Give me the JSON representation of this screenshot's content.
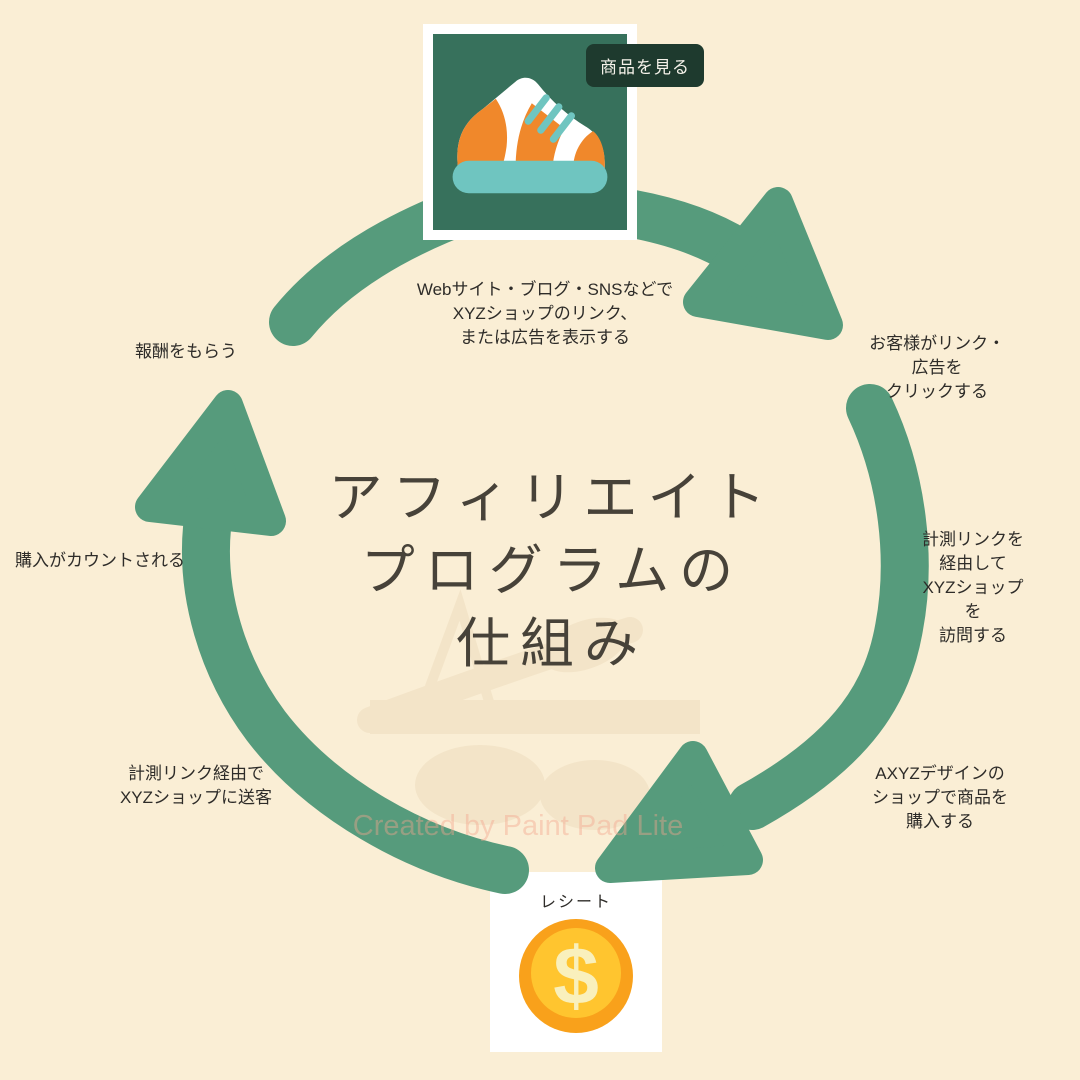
{
  "canvas": {
    "background": "#FAEED5"
  },
  "title": {
    "text": "アフィリエイト\nプログラムの\n仕組み"
  },
  "product_card": {
    "badge_label": "商品を見る",
    "icon": "sneaker-icon"
  },
  "receipt_card": {
    "label": "レシート",
    "icon": "dollar-coin-icon"
  },
  "steps": [
    {
      "position": "top",
      "text": "Webサイト・ブログ・SNSなどで\nXYZショップのリンク、\nまたは広告を表示する"
    },
    {
      "position": "top-right",
      "text": "お客様がリンク・広告を\nクリックする"
    },
    {
      "position": "right",
      "text": "計測リンクを経由して\nXYZショップを\n訪問する"
    },
    {
      "position": "bottom-right",
      "text": "AXYZデザインの\nショップで商品を購入する"
    },
    {
      "position": "bottom-left",
      "text": "計測リンク経由で\nXYZショップに送客"
    },
    {
      "position": "left",
      "text": "購入がカウントされる"
    },
    {
      "position": "top-left",
      "text": "報酬をもらう"
    }
  ],
  "watermark": {
    "text": "Created by Paint Pad Lite"
  },
  "colors": {
    "background": "#FAEED5",
    "arrow_green": "#569B7C",
    "card_green": "#37715C",
    "badge_dark": "#1E3A2E",
    "sneaker_orange": "#F0882B",
    "sneaker_teal": "#6FC5C0",
    "coin_orange": "#F9A11B",
    "coin_gold": "#FFC52F",
    "coin_symbol": "#F9F0BC",
    "title_text": "#474239",
    "label_text": "#2E2C29",
    "watermark_pink": "#F4A58C"
  }
}
